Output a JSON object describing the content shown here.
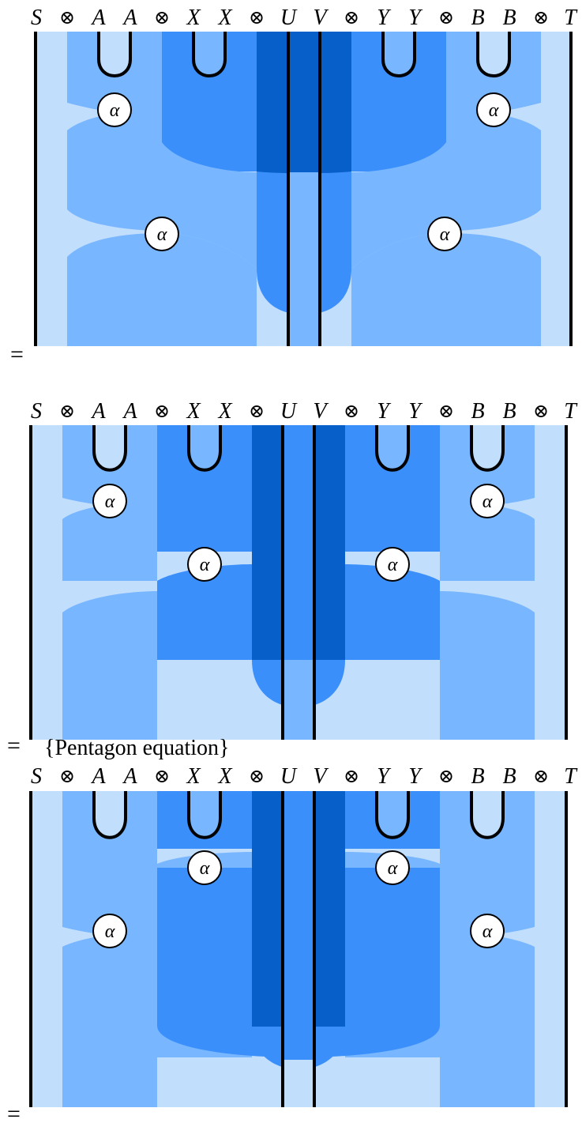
{
  "header_labels": [
    "S",
    "⊗",
    "A",
    "A",
    "⊗",
    "X",
    "X",
    "⊗",
    "U",
    "V",
    "⊗",
    "Y",
    "Y",
    "⊗",
    "B",
    "B",
    "⊗",
    "T"
  ],
  "alpha_label": "α",
  "equals_sign": "=",
  "step_2_justification": "{Pentagon equation}",
  "colors": {
    "blue_1": "#c2defd",
    "blue_2": "#78b6ff",
    "blue_3": "#3a8ffb",
    "blue_4": "#075fc9",
    "line": "#000000"
  },
  "diagrams": [
    {
      "name": "diagram-1",
      "alpha_nodes": 4
    },
    {
      "name": "diagram-2",
      "alpha_nodes": 4
    },
    {
      "name": "diagram-3",
      "alpha_nodes": 4
    }
  ]
}
